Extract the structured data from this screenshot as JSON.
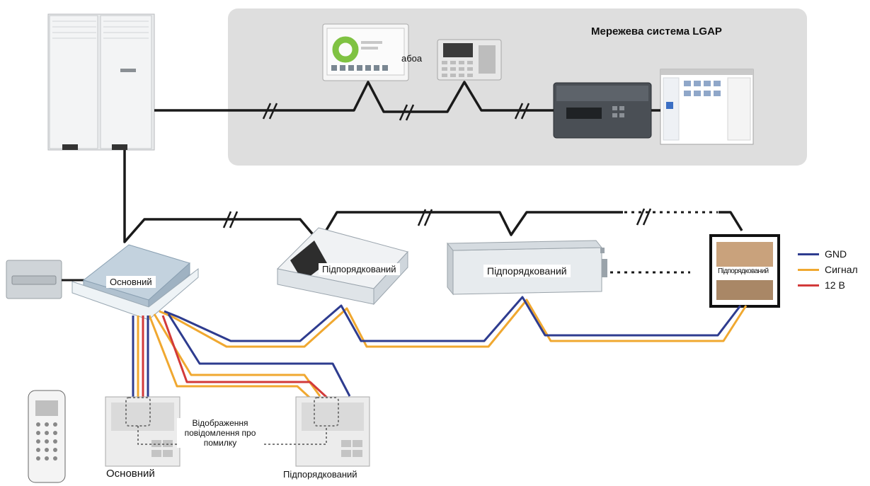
{
  "network": {
    "title": "Мережева система LGAP",
    "or_text": "абоа"
  },
  "indoor_units": {
    "main_label": "Основний",
    "slave_cassette_label": "Підпорядкований",
    "slave_duct_label": "Підпорядкований",
    "slave_wall_label": "Підпорядкований"
  },
  "controllers": {
    "main_label": "Основний",
    "slave_label": "Підпорядкований",
    "error_message": "Відображення повідомлення про помилку"
  },
  "legend": [
    {
      "label": "GND",
      "color": "#2e3c8f"
    },
    {
      "label": "Сигнал",
      "color": "#f0a830"
    },
    {
      "label": "12 В",
      "color": "#d23a3a"
    }
  ],
  "colors": {
    "network_panel": "#dedede",
    "comm_line": "#1a1a1a",
    "gnd": "#2e3c8f",
    "signal": "#f0a830",
    "power": "#d23a3a"
  }
}
